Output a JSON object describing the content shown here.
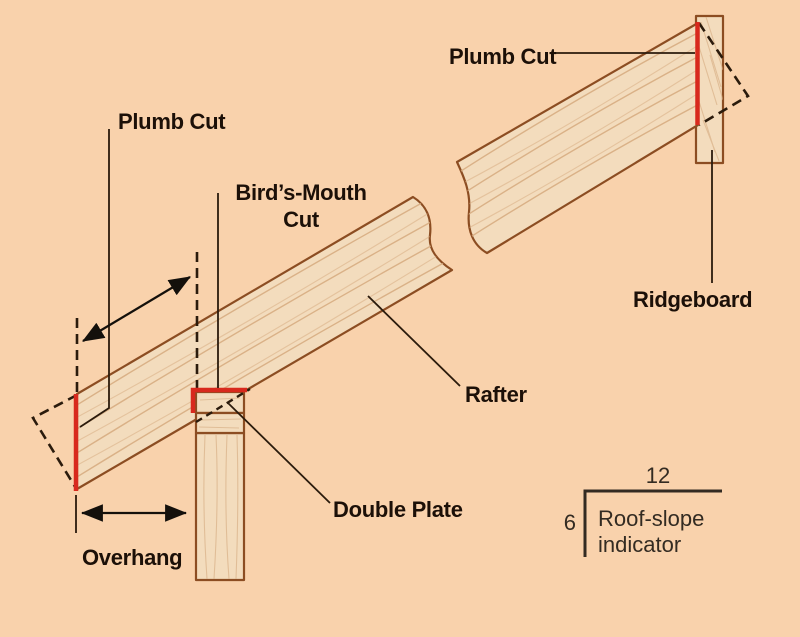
{
  "labels": {
    "plumb_cut_left": "Plumb Cut",
    "plumb_cut_top": "Plumb Cut",
    "birds_mouth_line1": "Bird’s-Mouth",
    "birds_mouth_line2": "Cut",
    "ridgeboard": "Ridgeboard",
    "rafter": "Rafter",
    "double_plate": "Double Plate",
    "overhang": "Overhang"
  },
  "slope_indicator": {
    "run": "12",
    "rise": "6",
    "label_line1": "Roof-slope",
    "label_line2": "indicator"
  },
  "colors": {
    "bg": "#F9D2AC",
    "wood": "#F3DCBD",
    "grain": "#D5AA7E",
    "outline": "#8C4D22",
    "red": "#D8291D",
    "line": "#2B1B0C",
    "ink": "#14100B",
    "ink2": "#332B22",
    "text": "#1C1008"
  }
}
